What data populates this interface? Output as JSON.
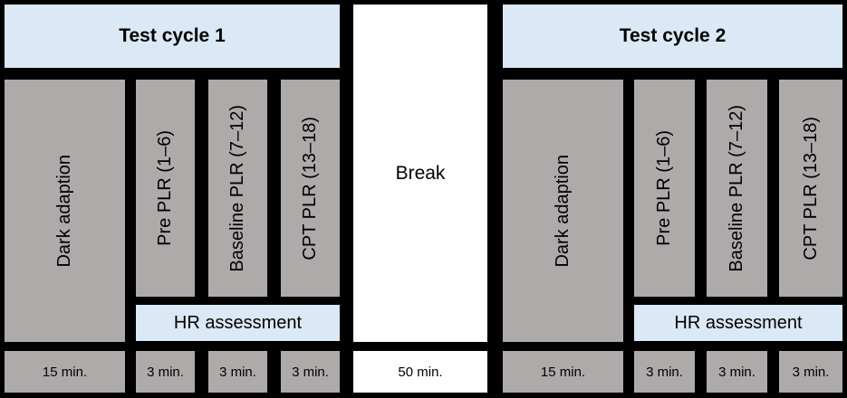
{
  "cycle1": {
    "title": "Test cycle 1",
    "dark": "Dark adaption",
    "pre": "Pre PLR (1–6)",
    "baseline": "Baseline PLR (7–12)",
    "cpt": "CPT PLR (13–18)",
    "hr": "HR assessment",
    "dur_dark": "15 min.",
    "dur_pre": "3 min.",
    "dur_baseline": "3 min.",
    "dur_cpt": "3 min."
  },
  "break": {
    "label": "Break",
    "duration": "50 min."
  },
  "cycle2": {
    "title": "Test cycle 2",
    "dark": "Dark adaption",
    "pre": "Pre PLR (1–6)",
    "baseline": "Baseline PLR (7–12)",
    "cpt": "CPT PLR (13–18)",
    "hr": "HR assessment",
    "dur_dark": "15 min.",
    "dur_pre": "3 min.",
    "dur_baseline": "3 min.",
    "dur_cpt": "3 min."
  },
  "colors": {
    "background": "#000000",
    "header_fill": "#dbe8f5",
    "phase_fill": "#aeaaaa",
    "break_fill": "#ffffff"
  }
}
